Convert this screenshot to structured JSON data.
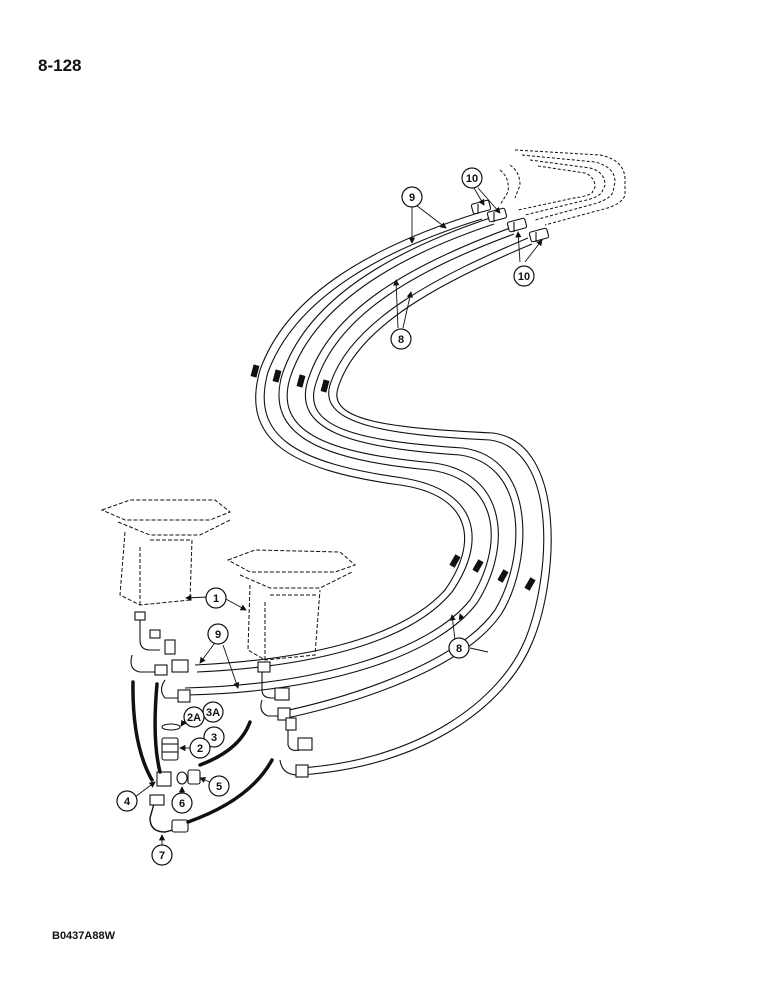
{
  "page_number": "8-128",
  "reference_code": "B0437A88W",
  "callouts": {
    "c1": "1",
    "c2": "2",
    "c2a": "2A",
    "c3": "3",
    "c3a": "3A",
    "c4": "4",
    "c5": "5",
    "c6": "6",
    "c7": "7",
    "c8_top": "8",
    "c8_bottom": "8",
    "c9_top": "9",
    "c9_bottom": "9",
    "c10_top": "10",
    "c10_bottom": "10"
  },
  "colors": {
    "ink": "#111111",
    "background": "#ffffff"
  }
}
